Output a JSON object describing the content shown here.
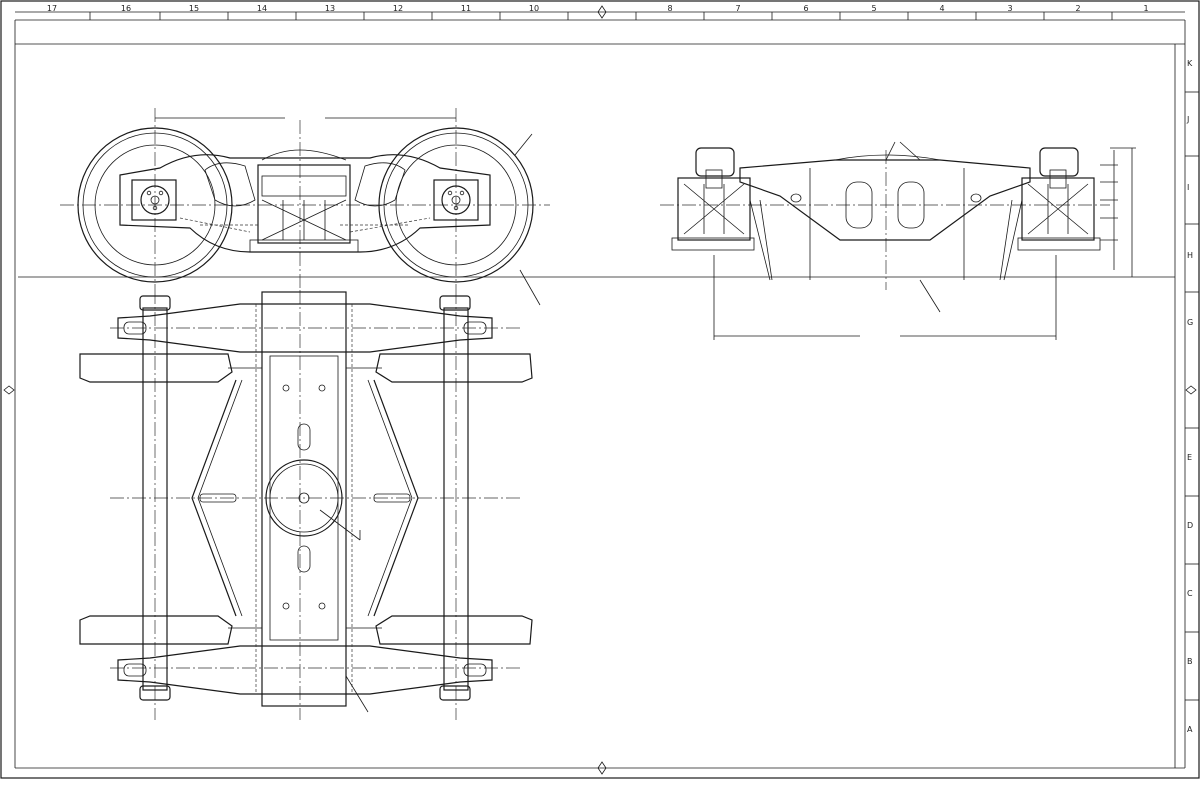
{
  "sheet": {
    "column_markers": [
      "17",
      "16",
      "15",
      "14",
      "13",
      "12",
      "11",
      "10",
      "8",
      "7",
      "6",
      "5",
      "4",
      "3",
      "2",
      "1"
    ],
    "row_markers": [
      "K",
      "J",
      "I",
      "H",
      "G",
      "E",
      "D",
      "C",
      "B",
      "A"
    ]
  },
  "views": {
    "side_elevation": "truck-side-elevation",
    "plan": "truck-plan-view",
    "end_elevation": "truck-end-elevation"
  },
  "colors": {
    "line": "#1a1a1a",
    "paper": "#ffffff"
  }
}
